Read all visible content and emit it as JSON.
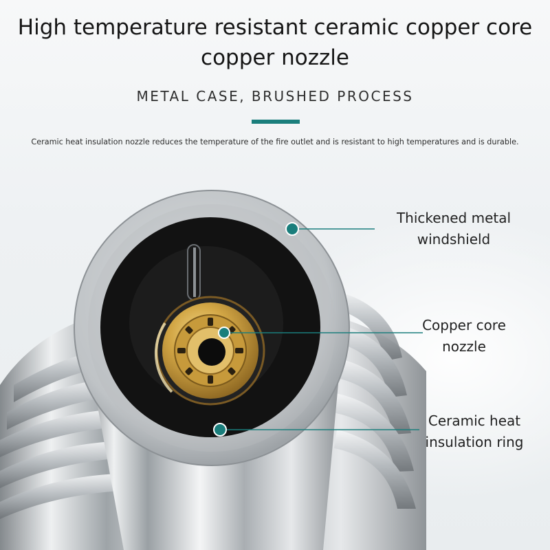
{
  "header": {
    "title_line1": "High temperature resistant ceramic copper core",
    "title_line2": "copper nozzle",
    "subtitle": "METAL CASE, BRUSHED PROCESS",
    "description": "Ceramic heat insulation nozzle reduces the temperature of the fire outlet and is resistant to high temperatures and is durable."
  },
  "callouts": [
    {
      "line1": "Thickened metal",
      "line2": "windshield"
    },
    {
      "line1": "Copper core",
      "line2": "nozzle"
    },
    {
      "line1": "Ceramic heat",
      "line2": "insulation ring"
    }
  ],
  "colors": {
    "accent": "#1a7e7c",
    "text": "#151515",
    "copper": "#c9a043",
    "ceramic": "#141414",
    "metal": "#c7cacd"
  }
}
